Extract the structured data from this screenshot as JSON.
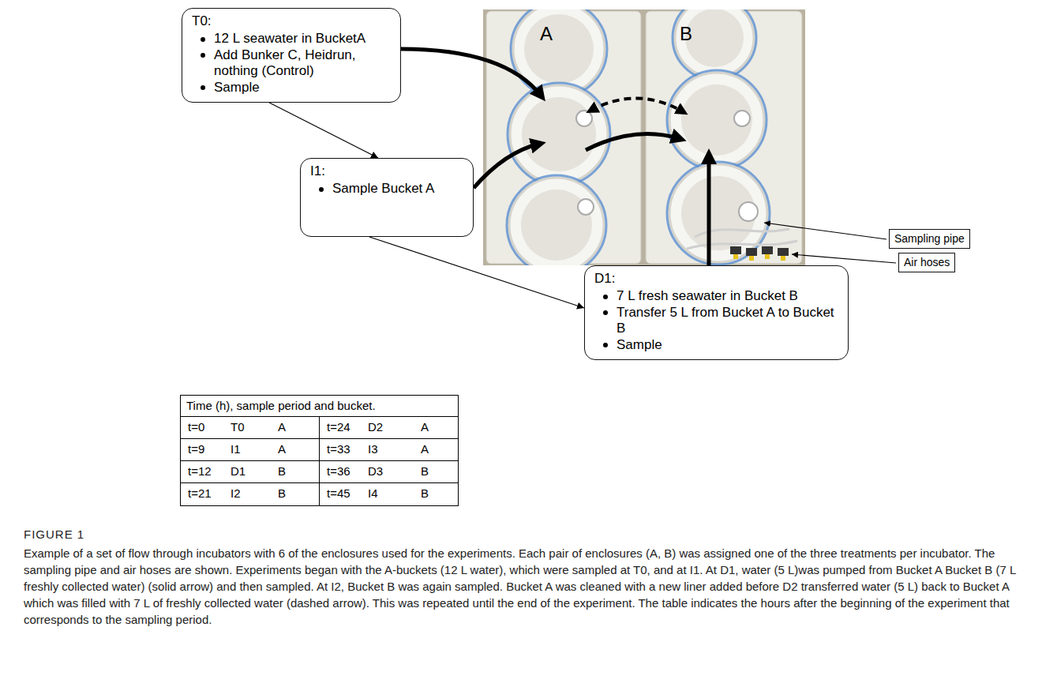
{
  "diagram": {
    "title": "FIGURE 1",
    "caption": "Example of a set of flow through incubators with 6 of the enclosures used for the experiments. Each pair of enclosures (A, B) was assigned one of the three treatments per incubator. The sampling pipe and air hoses are shown. Experiments began with the A-buckets (12 L water), which were sampled at T0, and at I1. At D1, water (5 L)was pumped from Bucket A Bucket B (7 L freshly collected water) (solid arrow) and then sampled. At I2, Bucket B was again sampled. Bucket A was cleaned with a new liner added before D2 transferred water (5 L) back to Bucket A which was filled with 7 L of freshly collected water (dashed arrow). This was repeated until the end of the experiment. The table indicates the hours after the beginning of the experiment that corresponds to the sampling period.",
    "nodes": [
      {
        "text": [
          "T0:",
          "12 L seawater in BucketA",
          "Add Bunker C, Heidrun, nothing (Control)",
          "Sample"
        ]
      },
      {
        "text": [
          "I1:",
          "Sample Bucket A"
        ]
      },
      {
        "text": [
          "D1:",
          "7 L fresh seawater in Bucket B",
          "Transfer 5 L from Bucket A to Bucket B",
          "Sample"
        ]
      },
      {
        "text": [
          "Sampling pipe"
        ]
      },
      {
        "text": [
          "Air hoses"
        ]
      }
    ],
    "edges": [
      {
        "from": 0,
        "to": 1,
        "arrow": "to"
      },
      {
        "from": 1,
        "to": 2,
        "arrow": "to"
      }
    ],
    "labels": [
      "A",
      "B",
      "Time (h), sample period and bucket.",
      "t=0",
      "T0",
      "A",
      "t=24",
      "D2",
      "A",
      "t=9",
      "I1",
      "A",
      "t=33",
      "I3",
      "A",
      "t=12",
      "D1",
      "B",
      "t=36",
      "D3",
      "B",
      "t=21",
      "I2",
      "B",
      "t=45",
      "I4",
      "B"
    ]
  }
}
